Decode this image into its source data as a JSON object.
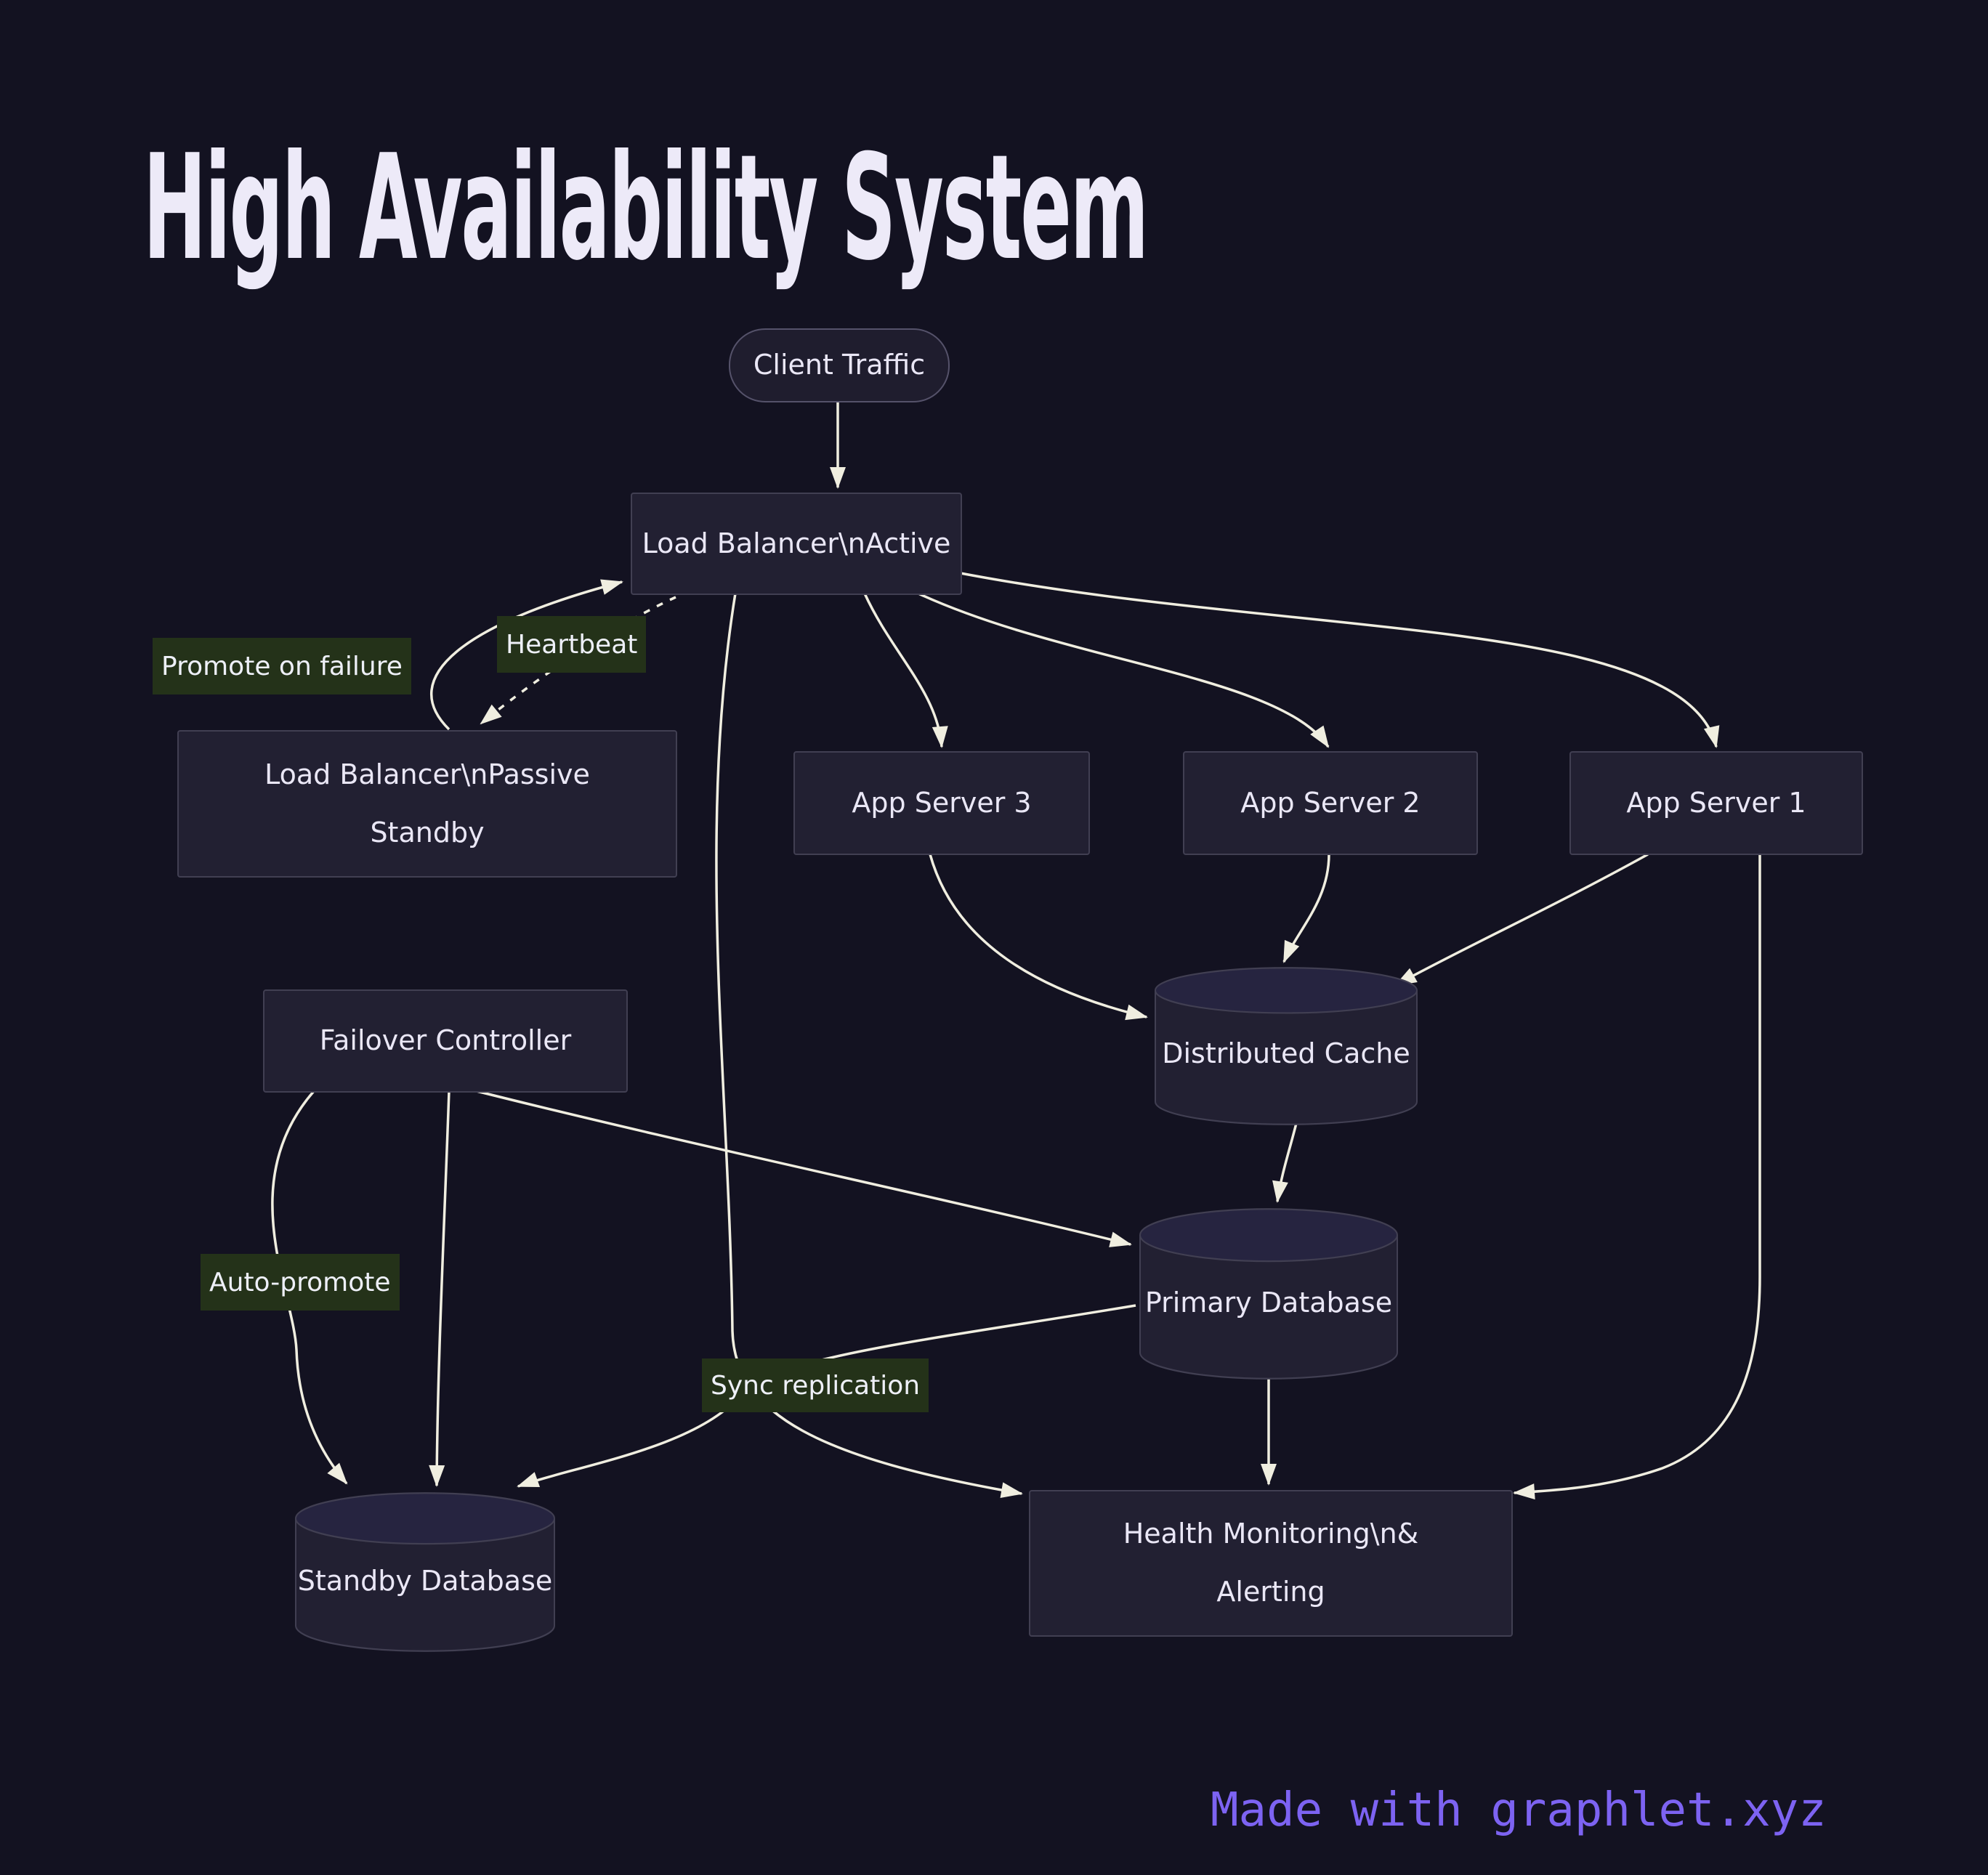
{
  "title": "High Availability System",
  "colors": {
    "background": "#131221",
    "node_fill": "#222032",
    "node_border": "#413f52",
    "node_text": "#eae7f6",
    "edge": "#f0eee0",
    "edge_label_bg": "#243219",
    "title_text": "#edeaf8",
    "footer_text": "#7d63f2"
  },
  "nodes": [
    {
      "id": "client-traffic",
      "shape": "pill",
      "label": "Client Traffic"
    },
    {
      "id": "lb-active",
      "shape": "rect",
      "label": "Load Balancer\\nActive"
    },
    {
      "id": "lb-passive",
      "shape": "rect",
      "label": "Load Balancer\\nPassive Standby"
    },
    {
      "id": "app-server-3",
      "shape": "rect",
      "label": "App Server 3"
    },
    {
      "id": "app-server-2",
      "shape": "rect",
      "label": "App Server 2"
    },
    {
      "id": "app-server-1",
      "shape": "rect",
      "label": "App Server 1"
    },
    {
      "id": "failover-controller",
      "shape": "rect",
      "label": "Failover Controller"
    },
    {
      "id": "distributed-cache",
      "shape": "cylinder",
      "label": "Distributed Cache"
    },
    {
      "id": "primary-database",
      "shape": "cylinder",
      "label": "Primary Database"
    },
    {
      "id": "standby-database",
      "shape": "cylinder",
      "label": "Standby Database"
    },
    {
      "id": "health-monitoring",
      "shape": "rect",
      "label": "Health Monitoring\\n& Alerting"
    }
  ],
  "edge_labels": [
    {
      "text": "Promote on failure"
    },
    {
      "text": "Heartbeat"
    },
    {
      "text": "Auto-promote"
    },
    {
      "text": "Sync replication"
    }
  ],
  "edges": [
    {
      "from": "Client Traffic",
      "to": "Load Balancer\\nActive",
      "style": "solid",
      "label": ""
    },
    {
      "from": "Load Balancer\\nPassive Standby",
      "to": "Load Balancer\\nActive",
      "style": "solid",
      "label": "Promote on failure"
    },
    {
      "from": "Load Balancer\\nActive",
      "to": "Load Balancer\\nPassive Standby",
      "style": "dashed",
      "label": "Heartbeat"
    },
    {
      "from": "Load Balancer\\nActive",
      "to": "App Server 3",
      "style": "solid",
      "label": ""
    },
    {
      "from": "Load Balancer\\nActive",
      "to": "App Server 2",
      "style": "solid",
      "label": ""
    },
    {
      "from": "Load Balancer\\nActive",
      "to": "App Server 1",
      "style": "solid",
      "label": ""
    },
    {
      "from": "Load Balancer\\nActive",
      "to": "Health Monitoring\\n& Alerting",
      "style": "solid",
      "label": ""
    },
    {
      "from": "App Server 3",
      "to": "Distributed Cache",
      "style": "solid",
      "label": ""
    },
    {
      "from": "App Server 2",
      "to": "Distributed Cache",
      "style": "solid",
      "label": ""
    },
    {
      "from": "App Server 1",
      "to": "Distributed Cache",
      "style": "solid",
      "label": ""
    },
    {
      "from": "Distributed Cache",
      "to": "Primary Database",
      "style": "solid",
      "label": ""
    },
    {
      "from": "Failover Controller",
      "to": "Primary Database",
      "style": "solid",
      "label": ""
    },
    {
      "from": "Failover Controller",
      "to": "Standby Database",
      "style": "solid",
      "label": "Auto-promote"
    },
    {
      "from": "Failover Controller",
      "to": "Standby Database",
      "style": "solid",
      "label": ""
    },
    {
      "from": "Primary Database",
      "to": "Standby Database",
      "style": "solid",
      "label": "Sync replication"
    },
    {
      "from": "Primary Database",
      "to": "Health Monitoring\\n& Alerting",
      "style": "solid",
      "label": ""
    },
    {
      "from": "App Server 1",
      "to": "Health Monitoring\\n& Alerting",
      "style": "solid",
      "label": ""
    }
  ],
  "footer": {
    "text": "Made with graphlet.xyz"
  }
}
